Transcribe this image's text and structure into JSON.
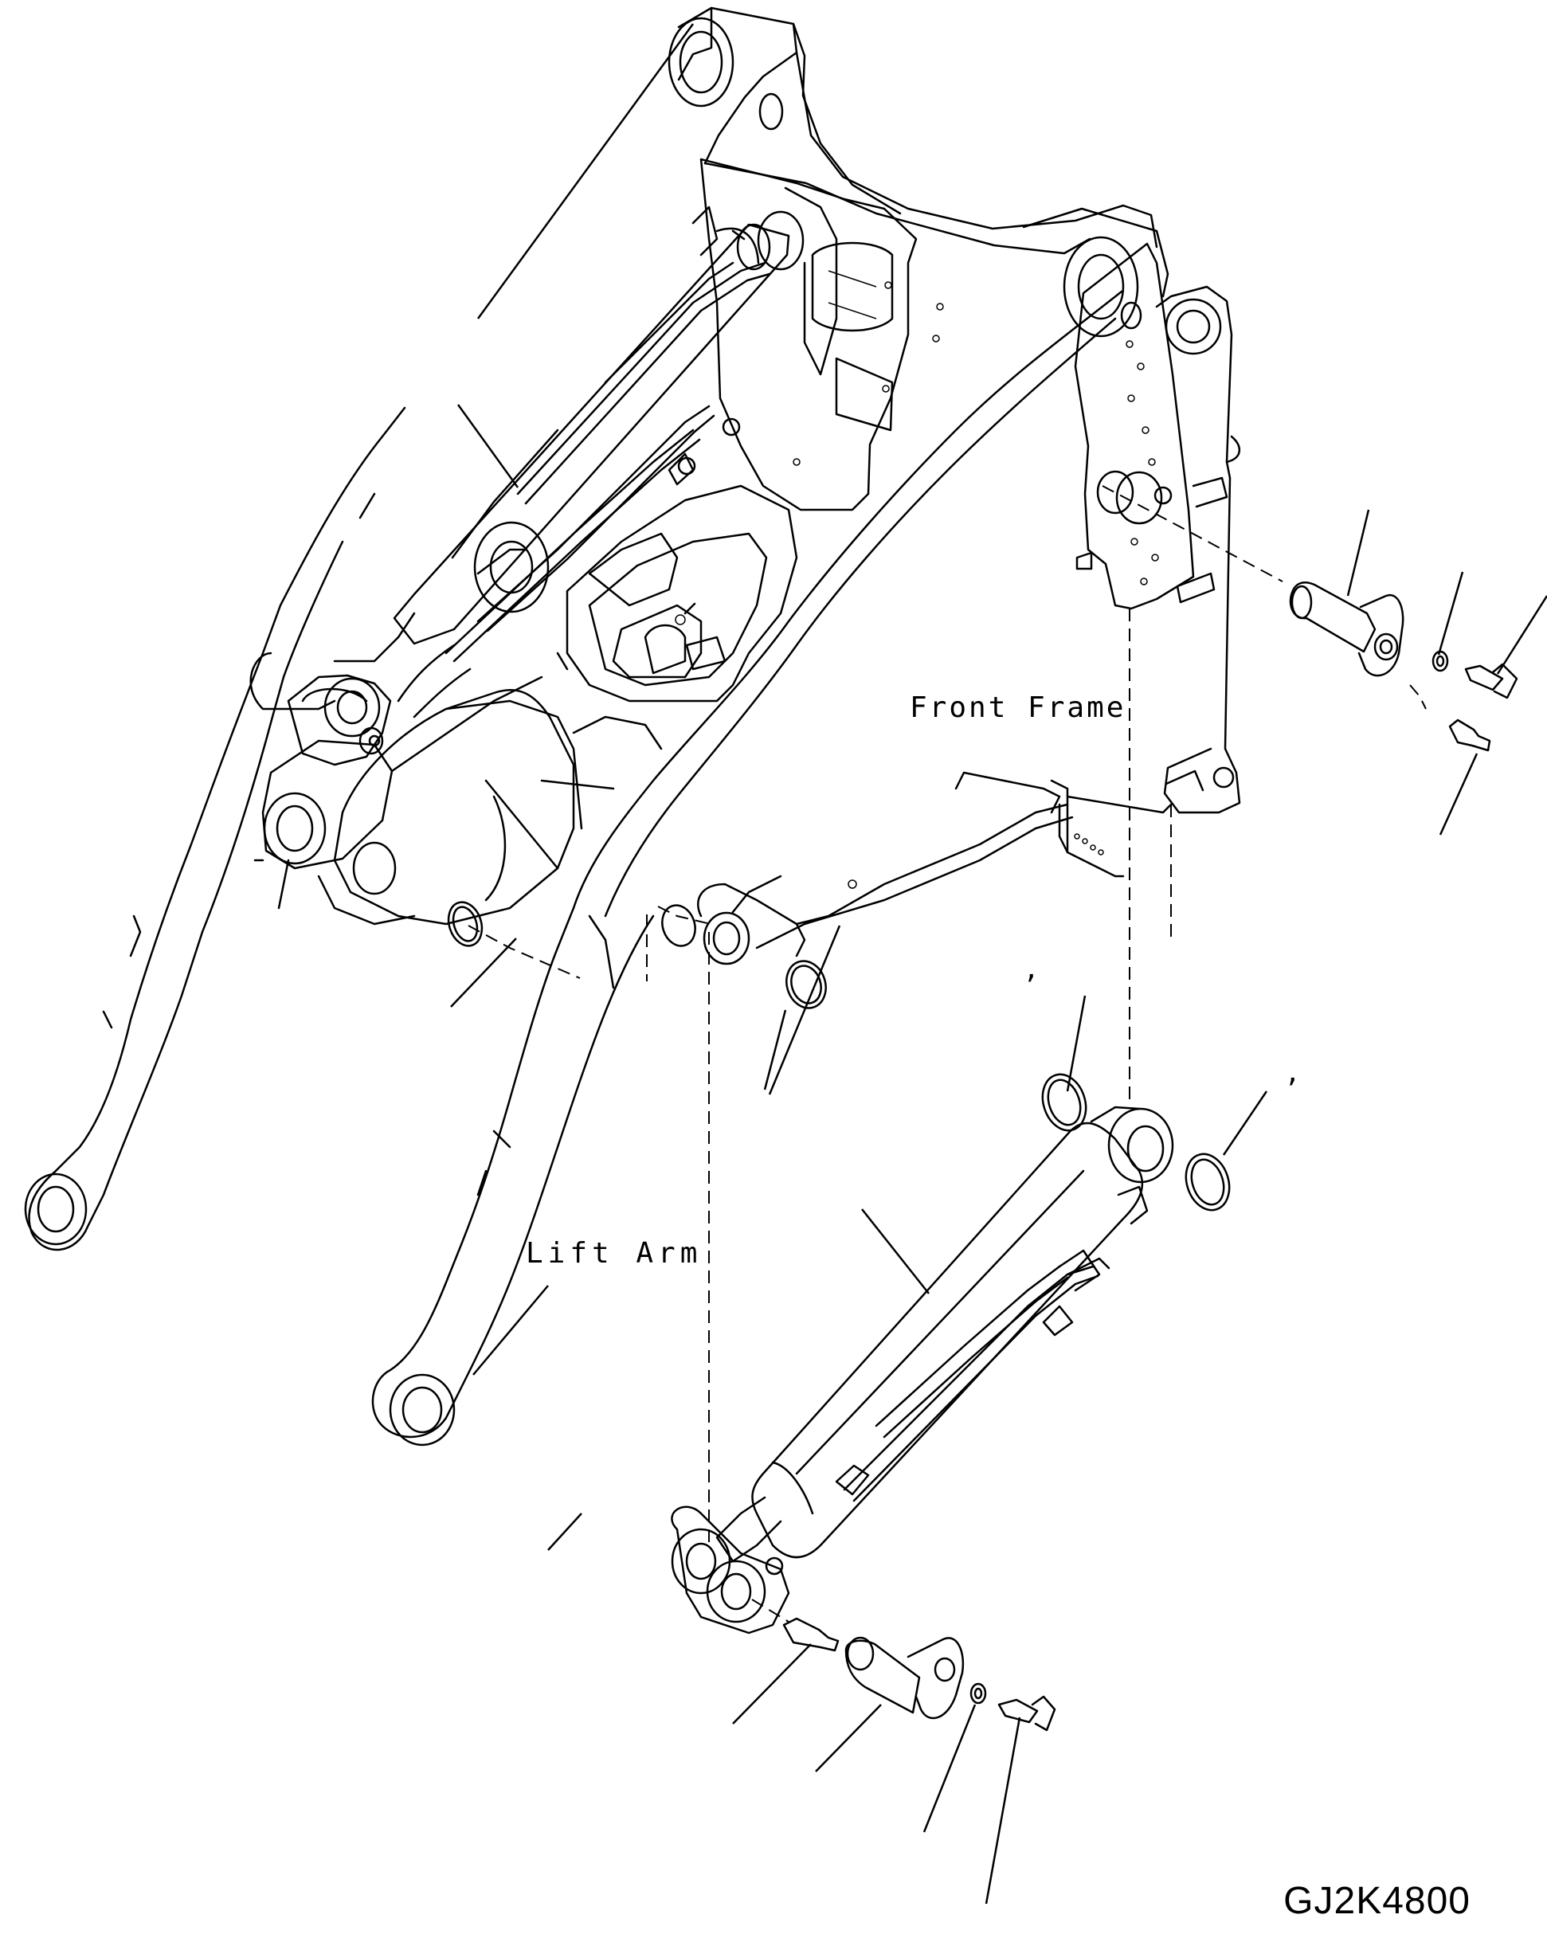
{
  "labels": {
    "front_frame": "Front Frame",
    "lift_arm": "Lift Arm",
    "drawing_code": "GJ2K4800"
  },
  "marks": {
    "mark_a": ",",
    "mark_b": ","
  }
}
